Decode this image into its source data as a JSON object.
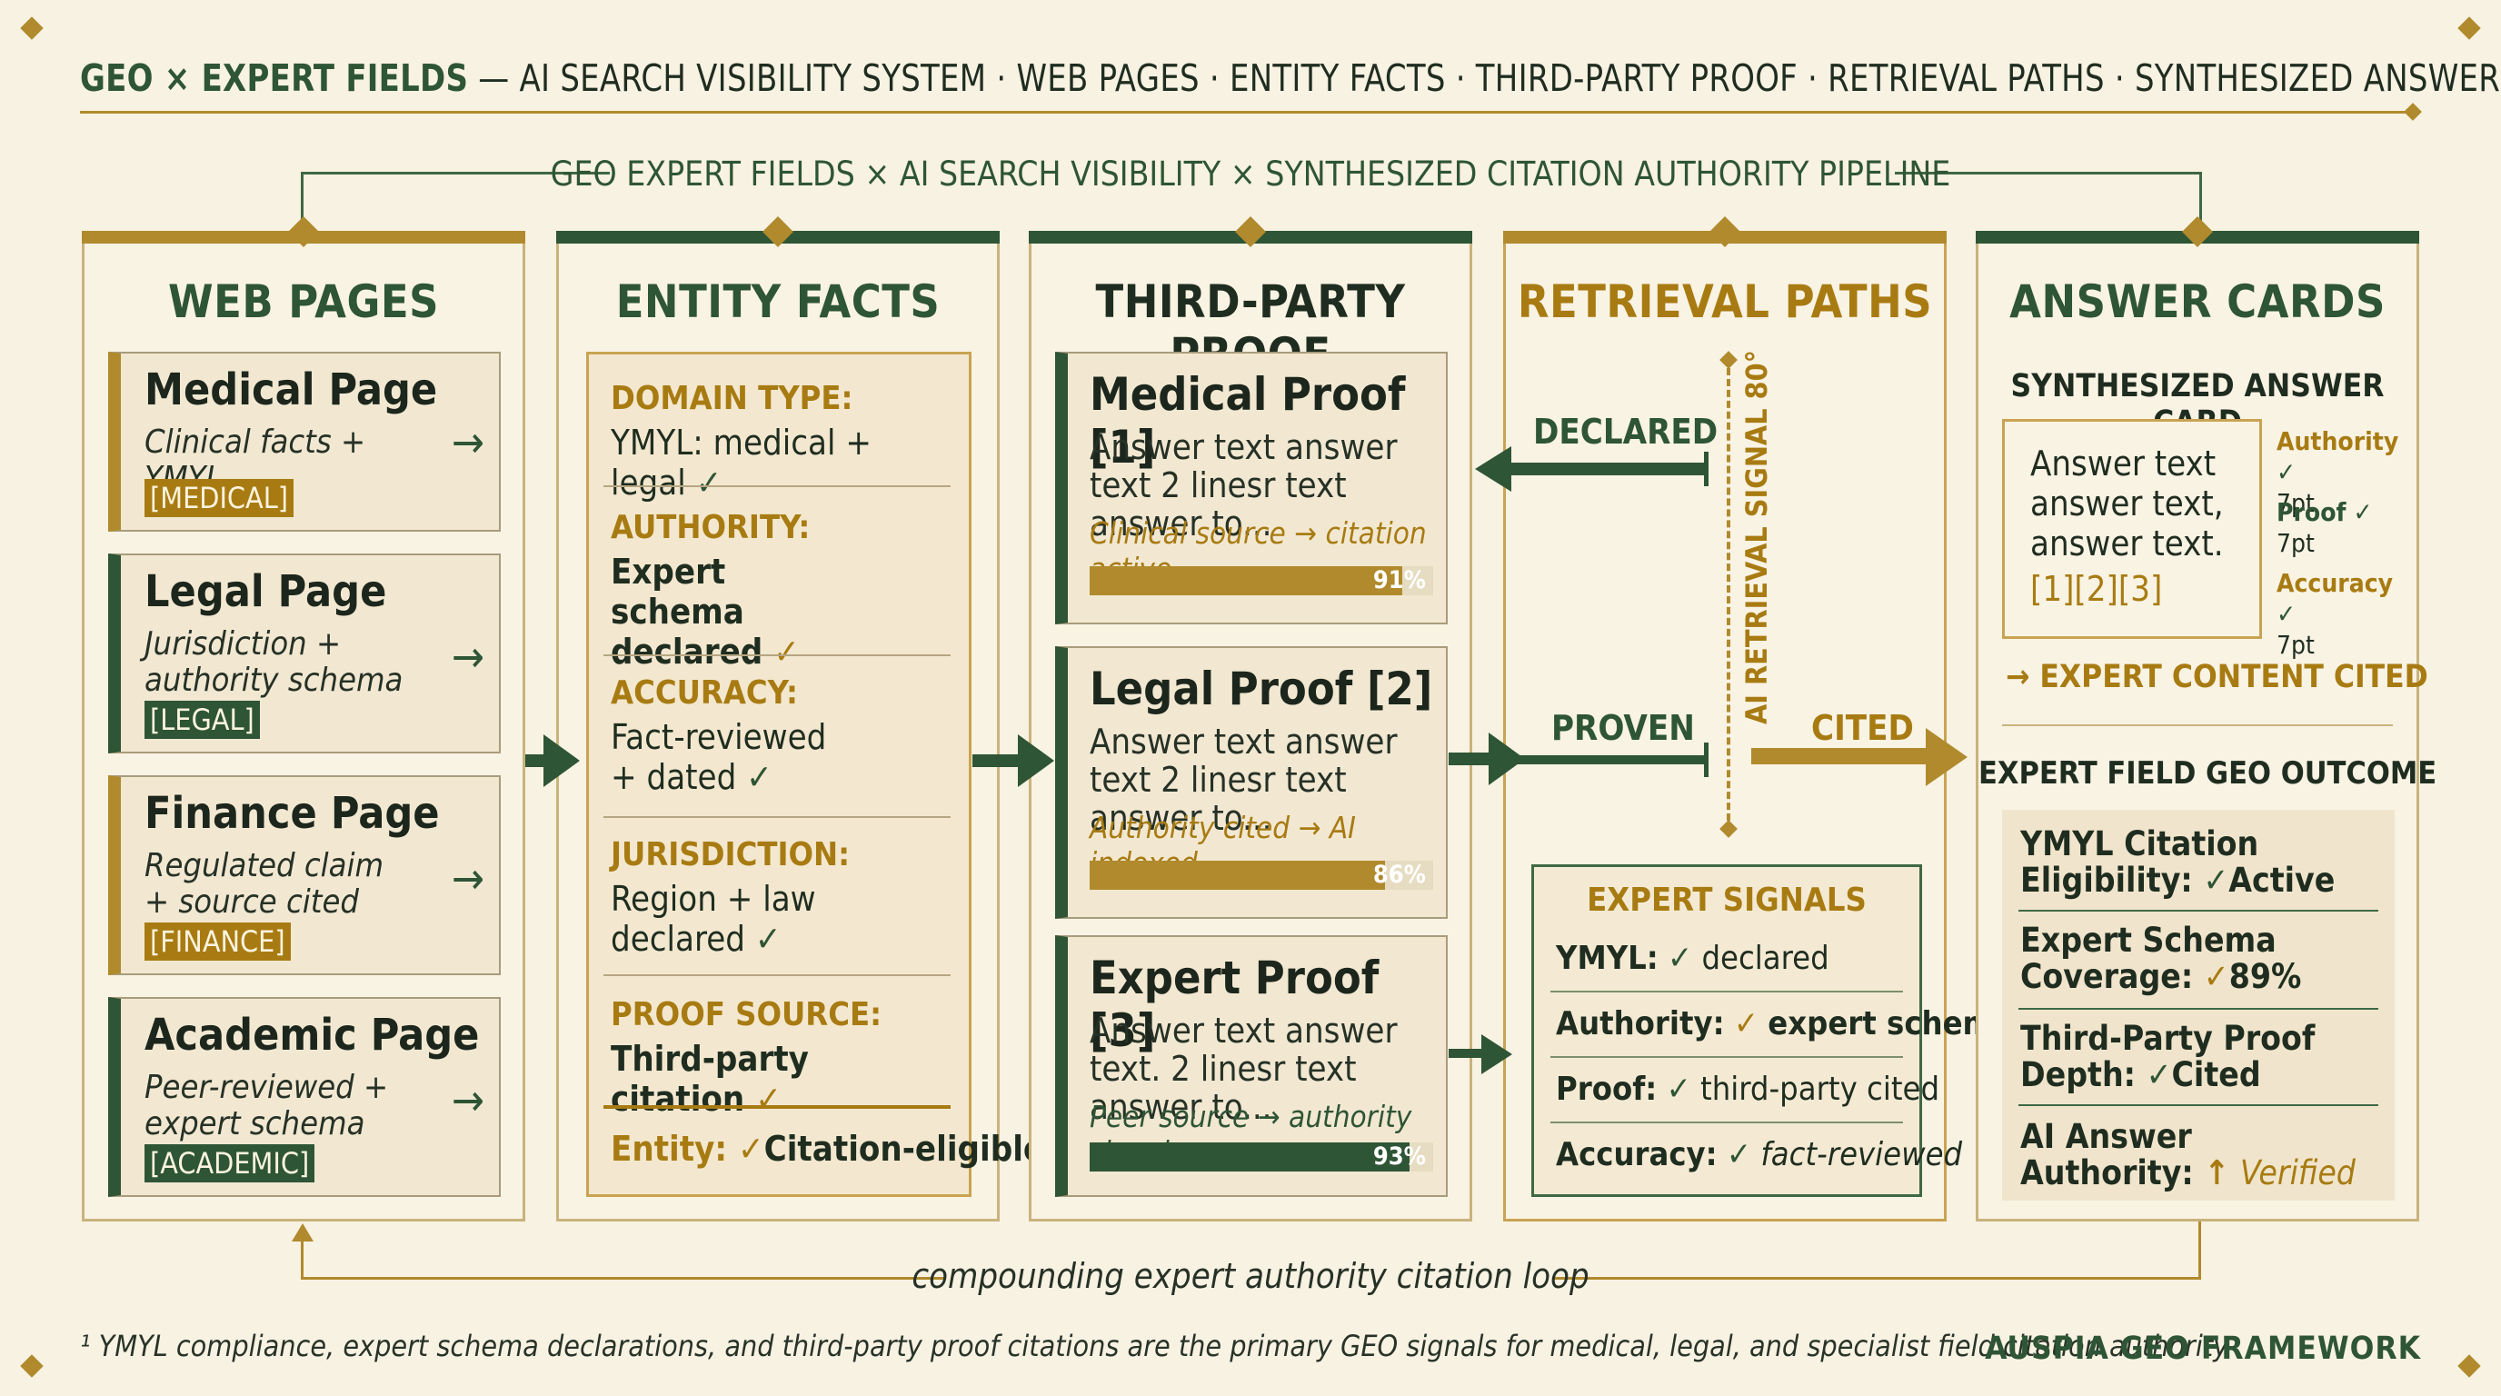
{
  "header": {
    "title_bold": "GEO × EXPERT FIELDS",
    "title_rest": " — AI SEARCH VISIBILITY SYSTEM · WEB PAGES · ENTITY FACTS · THIRD-PARTY PROOF · RETRIEVAL PATHS · SYNTHESIZED ANSWER CARDS"
  },
  "pipeline_label": "GEO EXPERT FIELDS × AI SEARCH VISIBILITY × SYNTHESIZED CITATION AUTHORITY PIPELINE",
  "colors": {
    "green": "#2e5535",
    "gold": "#a87b12",
    "background": "#f8f2e3"
  },
  "columns": {
    "web_pages": {
      "heading": "WEB PAGES",
      "cards": [
        {
          "title": "Medical Page",
          "sub": "Clinical facts + YMYL",
          "tag": "[MEDICAL]",
          "accent": "gold"
        },
        {
          "title": "Legal Page",
          "sub": "Jurisdiction + authority schema",
          "tag": "[LEGAL]",
          "accent": "green"
        },
        {
          "title": "Finance Page",
          "sub": "Regulated claim + source cited",
          "tag": "[FINANCE]",
          "accent": "gold"
        },
        {
          "title": "Academic Page",
          "sub": "Peer-reviewed + expert schema",
          "tag": "[ACADEMIC]",
          "accent": "green"
        }
      ],
      "arrow": "→"
    },
    "entity_facts": {
      "heading": "ENTITY FACTS",
      "fields": [
        {
          "label": "DOMAIN TYPE:",
          "value": "YMYL: medical + legal",
          "check": "✓"
        },
        {
          "label": "AUTHORITY:",
          "value": "Expert schema declared",
          "check": "✓"
        },
        {
          "label": "ACCURACY:",
          "value": "Fact-reviewed + dated",
          "check": "✓"
        },
        {
          "label": "JURISDICTION:",
          "value": "Region + law declared",
          "check": "✓"
        },
        {
          "label": "PROOF SOURCE:",
          "value": "Third-party citation",
          "check": "✓"
        }
      ],
      "entity_label": "Entity:",
      "entity_check": "✓",
      "entity_value": "Citation-eligible"
    },
    "third_party_proof": {
      "heading": "THIRD-PARTY PROOF",
      "cards": [
        {
          "title": "Medical Proof [1]",
          "text": "Answer text answer text 2 linesr text answer to...",
          "note": "Clinical source → citation active",
          "percent": 91,
          "percent_label": "91%",
          "accent": "gold"
        },
        {
          "title": "Legal Proof [2]",
          "text": "Answer text answer text 2 linesr text answer to...",
          "note": "Authority cited → AI indexed",
          "percent": 86,
          "percent_label": "86%",
          "accent": "green"
        },
        {
          "title": "Expert Proof [3]",
          "text": "Answer text answer text. 2 linesr text answer to...",
          "note": "Peer source → authority signal",
          "percent": 93,
          "percent_label": "93%",
          "accent": "green"
        }
      ]
    },
    "retrieval_paths": {
      "heading": "RETRIEVAL PATHS",
      "declared": "DECLARED",
      "proven": "PROVEN",
      "cited": "CITED",
      "signal_label": "AI RETRIEVAL SIGNAL 80°",
      "signals_title": "EXPERT SIGNALS",
      "signals": [
        {
          "key": "YMYL:",
          "check": "✓",
          "value": "declared"
        },
        {
          "key": "Authority:",
          "check": "✓",
          "value": "expert schema"
        },
        {
          "key": "Proof:",
          "check": "✓",
          "value": "third-party cited"
        },
        {
          "key": "Accuracy:",
          "check": "✓",
          "value": "fact-reviewed"
        }
      ]
    },
    "answer_cards": {
      "heading": "ANSWER CARDS",
      "card_title": "SYNTHESIZED ANSWER CARD",
      "card_text": "Answer text answer text, answer text.",
      "card_refs": "[1][2][3]",
      "side": [
        {
          "label": "Authority",
          "check": "✓",
          "size": "7pt"
        },
        {
          "label": "Proof",
          "check": "✓",
          "size": "7pt"
        },
        {
          "label": "Accuracy",
          "check": "✓",
          "size": "7pt"
        }
      ],
      "cited_line": "→ EXPERT CONTENT CITED",
      "outcome_title": "EXPERT FIELD GEO OUTCOME",
      "outcomes": [
        {
          "line1": "YMYL Citation",
          "line2": "Eligibility:",
          "mark": "✓",
          "value": "Active"
        },
        {
          "line1": "Expert Schema",
          "line2": "Coverage:",
          "mark": "✓",
          "value": "89%"
        },
        {
          "line1": "Third-Party Proof",
          "line2": "Depth:",
          "mark": "✓",
          "value": "Cited"
        },
        {
          "line1": "AI Answer",
          "line2": "Authority:",
          "mark": "↑",
          "value": "Verified"
        }
      ]
    }
  },
  "loop_label": "compounding expert authority citation loop",
  "footnote": "¹ YMYL compliance, expert schema declarations, and third-party proof citations are the primary GEO signals for medical, legal, and specialist field citation authority",
  "brand": "AUSPIA GEO FRAMEWORK"
}
